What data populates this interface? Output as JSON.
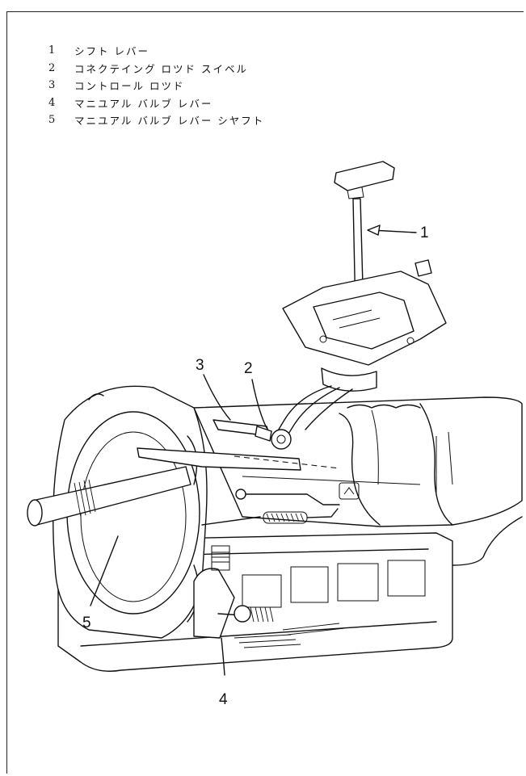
{
  "legend": {
    "items": [
      {
        "number": "1",
        "label": "シフト レバー"
      },
      {
        "number": "2",
        "label": "コネクテイング ロツド スイベル"
      },
      {
        "number": "3",
        "label": "コントロール ロツド"
      },
      {
        "number": "4",
        "label": "マニユアル バルブ レバー"
      },
      {
        "number": "5",
        "label": "マニユアル バルブ レバー シヤフト"
      }
    ]
  },
  "callouts": {
    "c1": "1",
    "c2": "2",
    "c3": "3",
    "c4": "4",
    "c5": "5"
  }
}
